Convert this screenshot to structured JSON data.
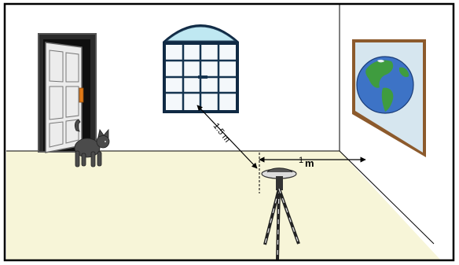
{
  "measurements": {
    "window_distance": "1.5 m",
    "wall_distance_number": "1",
    "wall_distance_unit": "m"
  },
  "colors": {
    "background": "#ffffff",
    "floor": "#f7f5d8",
    "frame_border": "#000000",
    "door_frame": "#333333",
    "door": "#e9e9e9",
    "door_handle": "#e07a18",
    "window_glass": "#f4f8fb",
    "window_arch": "#bfe8f2",
    "window_frame": "#153450",
    "poster_frame": "#8c5a2c",
    "poster_bg": "#d6e6ef",
    "globe_ocean": "#3d73c6",
    "globe_land": "#3f9c3f",
    "cat": "#4b4b4b"
  },
  "icons": [
    "door-icon",
    "cat-icon",
    "window-icon",
    "globe-poster-icon",
    "tripod-sensor-icon"
  ]
}
